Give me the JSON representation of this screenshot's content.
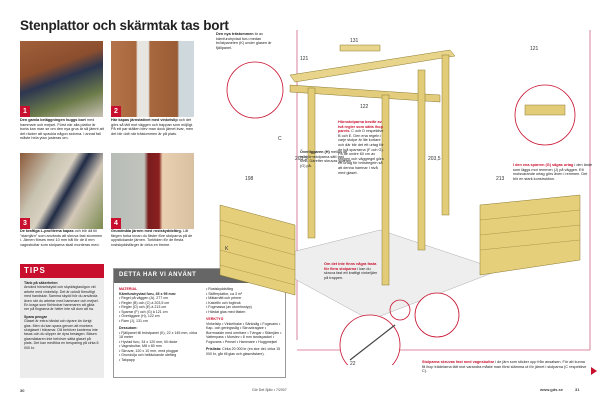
{
  "title": "Stenplattor och skärmtak tas bort",
  "photos": [
    {
      "num": "1",
      "bold": "Den gamla beläggningen huggs bort",
      "text": " med hammare och mejsel. Först när alla plattor är borta kan man se om den nya grus är så jämnt att det räcker att spackla någon sidorna. I annat fall måste hela ytan justeras om."
    },
    {
      "num": "2",
      "bold": "Här kapas järnstativet med vinkelslip",
      "text": " och det görs så tätt mot väggen och trappan som möjligt. På ett par ställen blev man dock järnet kvar, men det blir dolt när trästommen är på plats."
    },
    {
      "num": "3",
      "bold": "De kraftiga L-profilerna kapas",
      "text": " och blir då till \"stamjärn\" som används att skruva fast stommen i. Järnen förses med 10 mm hål för de 8 mm vagnsbultar som stolparna skall monteras med."
    },
    {
      "num": "4",
      "bold": "Grundmåla järnen med rostskyddsfärg.",
      "text": " Låt färgen torka innan du fäster före stolparna på de uppstickande järnen. Torktiden för de flesta rostskyddsfärger är cirka en timme."
    }
  ],
  "tips": {
    "heading": "TIPS",
    "h1": "Tänk på säkerheten",
    "p1": "Använd hörselskydd och skyddsglasögon vid arbete med vinkelslip. Det är också förnuftigt med handskar. Samma skydd bör du använda även när du arbetar med hammare och mejsel. En kraga som förhindrar hammaren att glida ner på fingrarna är heller inte så dum att ha.",
    "h2": "Spara pengar",
    "p2": "Glaset är extra härdat och dyrare än övrigt glas. Men du kan spara genom att montera slutglaset i träramar. Då behöver kanterna inte fasas och du slipper de dyra beslagen. Bäsen glasmästaren inte behöver sätta glaset på plats. Det kan medföra en besparing på cirka 8 000 kr."
  },
  "materials": {
    "heading": "DETTA HAR VI ANVÄNT",
    "material_label": "MATERIAL",
    "wood_label": "Kärnfuruhyvlad furu, 45 x 95 mm:",
    "wood": [
      "Regel på väggen (A), 277 cm",
      "Regler (B) och (C) à 203,5 cm",
      "Regler (D) och (E) à 213 cm",
      "Sparrar (F) och (G) à 121 cm",
      "Överliggare (H), 122 cm",
      "Ram (J), 131 cm"
    ],
    "also_label": "Dessutom:",
    "also": [
      "Fjällpanel till bröstpanel (K), 22 x 145 mm, cirka 18 meter",
      "Hyvlad furu, 34 x 120 mm, till räcke",
      "Vagnsbultar, M8 x 80 mm",
      "Skruvar, 120 x 10 mm, med pluggar",
      "Grundolja och heltäckande utefärg",
      "Takpapp"
    ],
    "col2": [
      "Rostskyddsfärg",
      "Skifferplattor, ca 3 m²",
      "Mätarnätt och primer",
      "Kakelfix och fogbruk",
      "Fogmassa (av utomhustyp)",
      "Härdat glas med fästen"
    ],
    "tools_label": "VERKTYG",
    "tools": "Vinkelslip • Vinkelhake • Sänksåg • Fogsvans • Kap- och geringssåg • Skruvdragare • Borrmaskin med omritare • Tvingar • Stämjärn • Vattenpass • Murslev • 8 mm tandspackel • Fogsvans • Pensel • Hammare • Huggmejsel",
    "price_label": "Prislista:",
    "price": " Cirka 20 000 kr (en stor del, cirka 15 000 kr, går till glas och glasmästare)."
  },
  "callouts": {
    "top": {
      "bold": "Den nya trästommen",
      "text": " är av kärnfuruhyvlad furu medan bröstpanelen (K) under glasen är fjällpanel."
    },
    "notch": {
      "bold": "Hörnstolparna består av två regler som sätts ihop parvis.",
      "text": " C och D respektive B och E. Den ena regeln i varje stolpe är lite kortare och där blir det ett urtag för de två sparrarna (F och G). På de undre 60 cm av stolpen och väggregel görs ett urtag för bröstregeln så att denna hamnar i nivå med glaset."
    },
    "over": {
      "bold": "Överliggaren (H)",
      "text": " mellan de två hörnstolparna sätt fast först. Därefter skruvas sparren (G) på."
    },
    "right": {
      "bold": "I den ena sparren (G) sågas urtag",
      "text": " i den ände som läggs mot remmen (J) på väggen. Ett motsvarande urtag görs även i remmen. Det blir en stark konstruktion."
    },
    "bottom_mid": {
      "bold": "Om det inte finns några fasta för flera stolparna",
      "text": " i kan du skruva fast ett kraftigt vinkeljärn på trappen."
    },
    "bottom": {
      "bold": "Stolparna skruvas fast med vagnsbultar",
      "text": " i de järn som sticker upp från ansatsen. För att kunna få ihop trädelarna tätt mot varandra måste man först stämma ut för järnet i stolparna (C respektive C)."
    }
  },
  "dims": {
    "d131": "131",
    "d121a": "121",
    "d121b": "121",
    "d122": "122",
    "d2035a": "203,5",
    "d2035b": "203,5",
    "d198": "198",
    "d213": "213",
    "d22": "22",
    "dK": "K",
    "dC": "C"
  },
  "footer": {
    "left_page": "30",
    "mag": "Gör Det Själv • 7/2007",
    "url": "www.gds.se",
    "right_page": "31"
  }
}
